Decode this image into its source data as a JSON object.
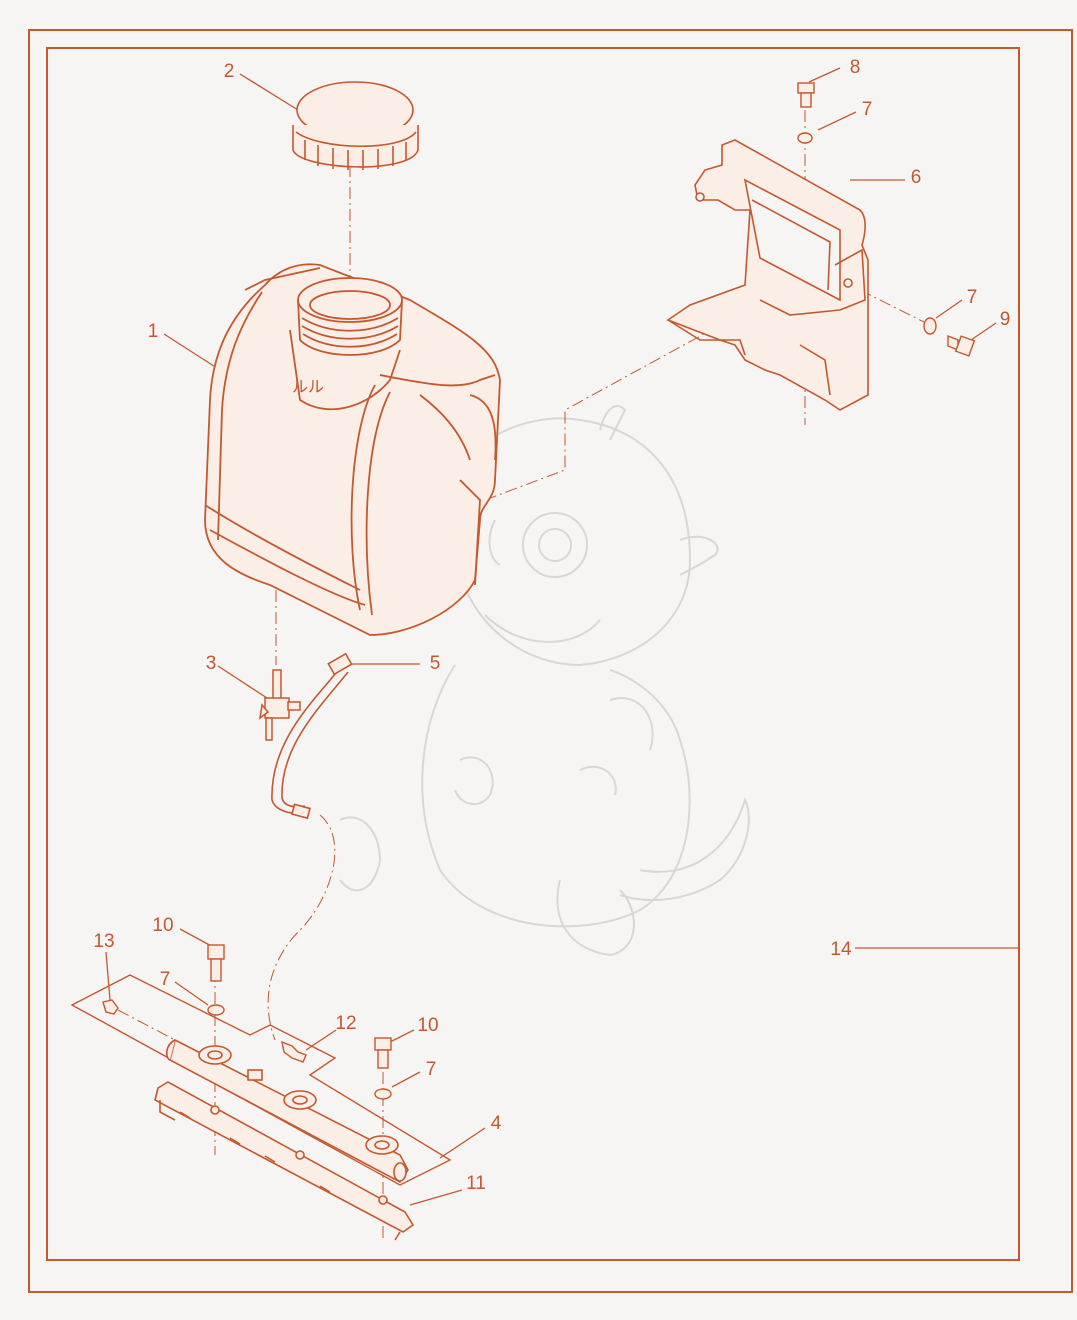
{
  "diagram": {
    "colors": {
      "line": "#c4582f",
      "fill_light": "#fbeee6",
      "watermark": "#d9d6d3",
      "background": "#f7f5f3"
    },
    "callouts": {
      "c1": "1",
      "c2": "2",
      "c3": "3",
      "c4": "4",
      "c5": "5",
      "c6": "6",
      "c7a": "7",
      "c7b": "7",
      "c7c": "7",
      "c7d": "7",
      "c8": "8",
      "c9": "9",
      "c10a": "10",
      "c10b": "10",
      "c11": "11",
      "c12": "12",
      "c13": "13",
      "c14": "14"
    },
    "tank_logo": "ルル",
    "watermark_subject": "baby-dragon-sketch"
  }
}
